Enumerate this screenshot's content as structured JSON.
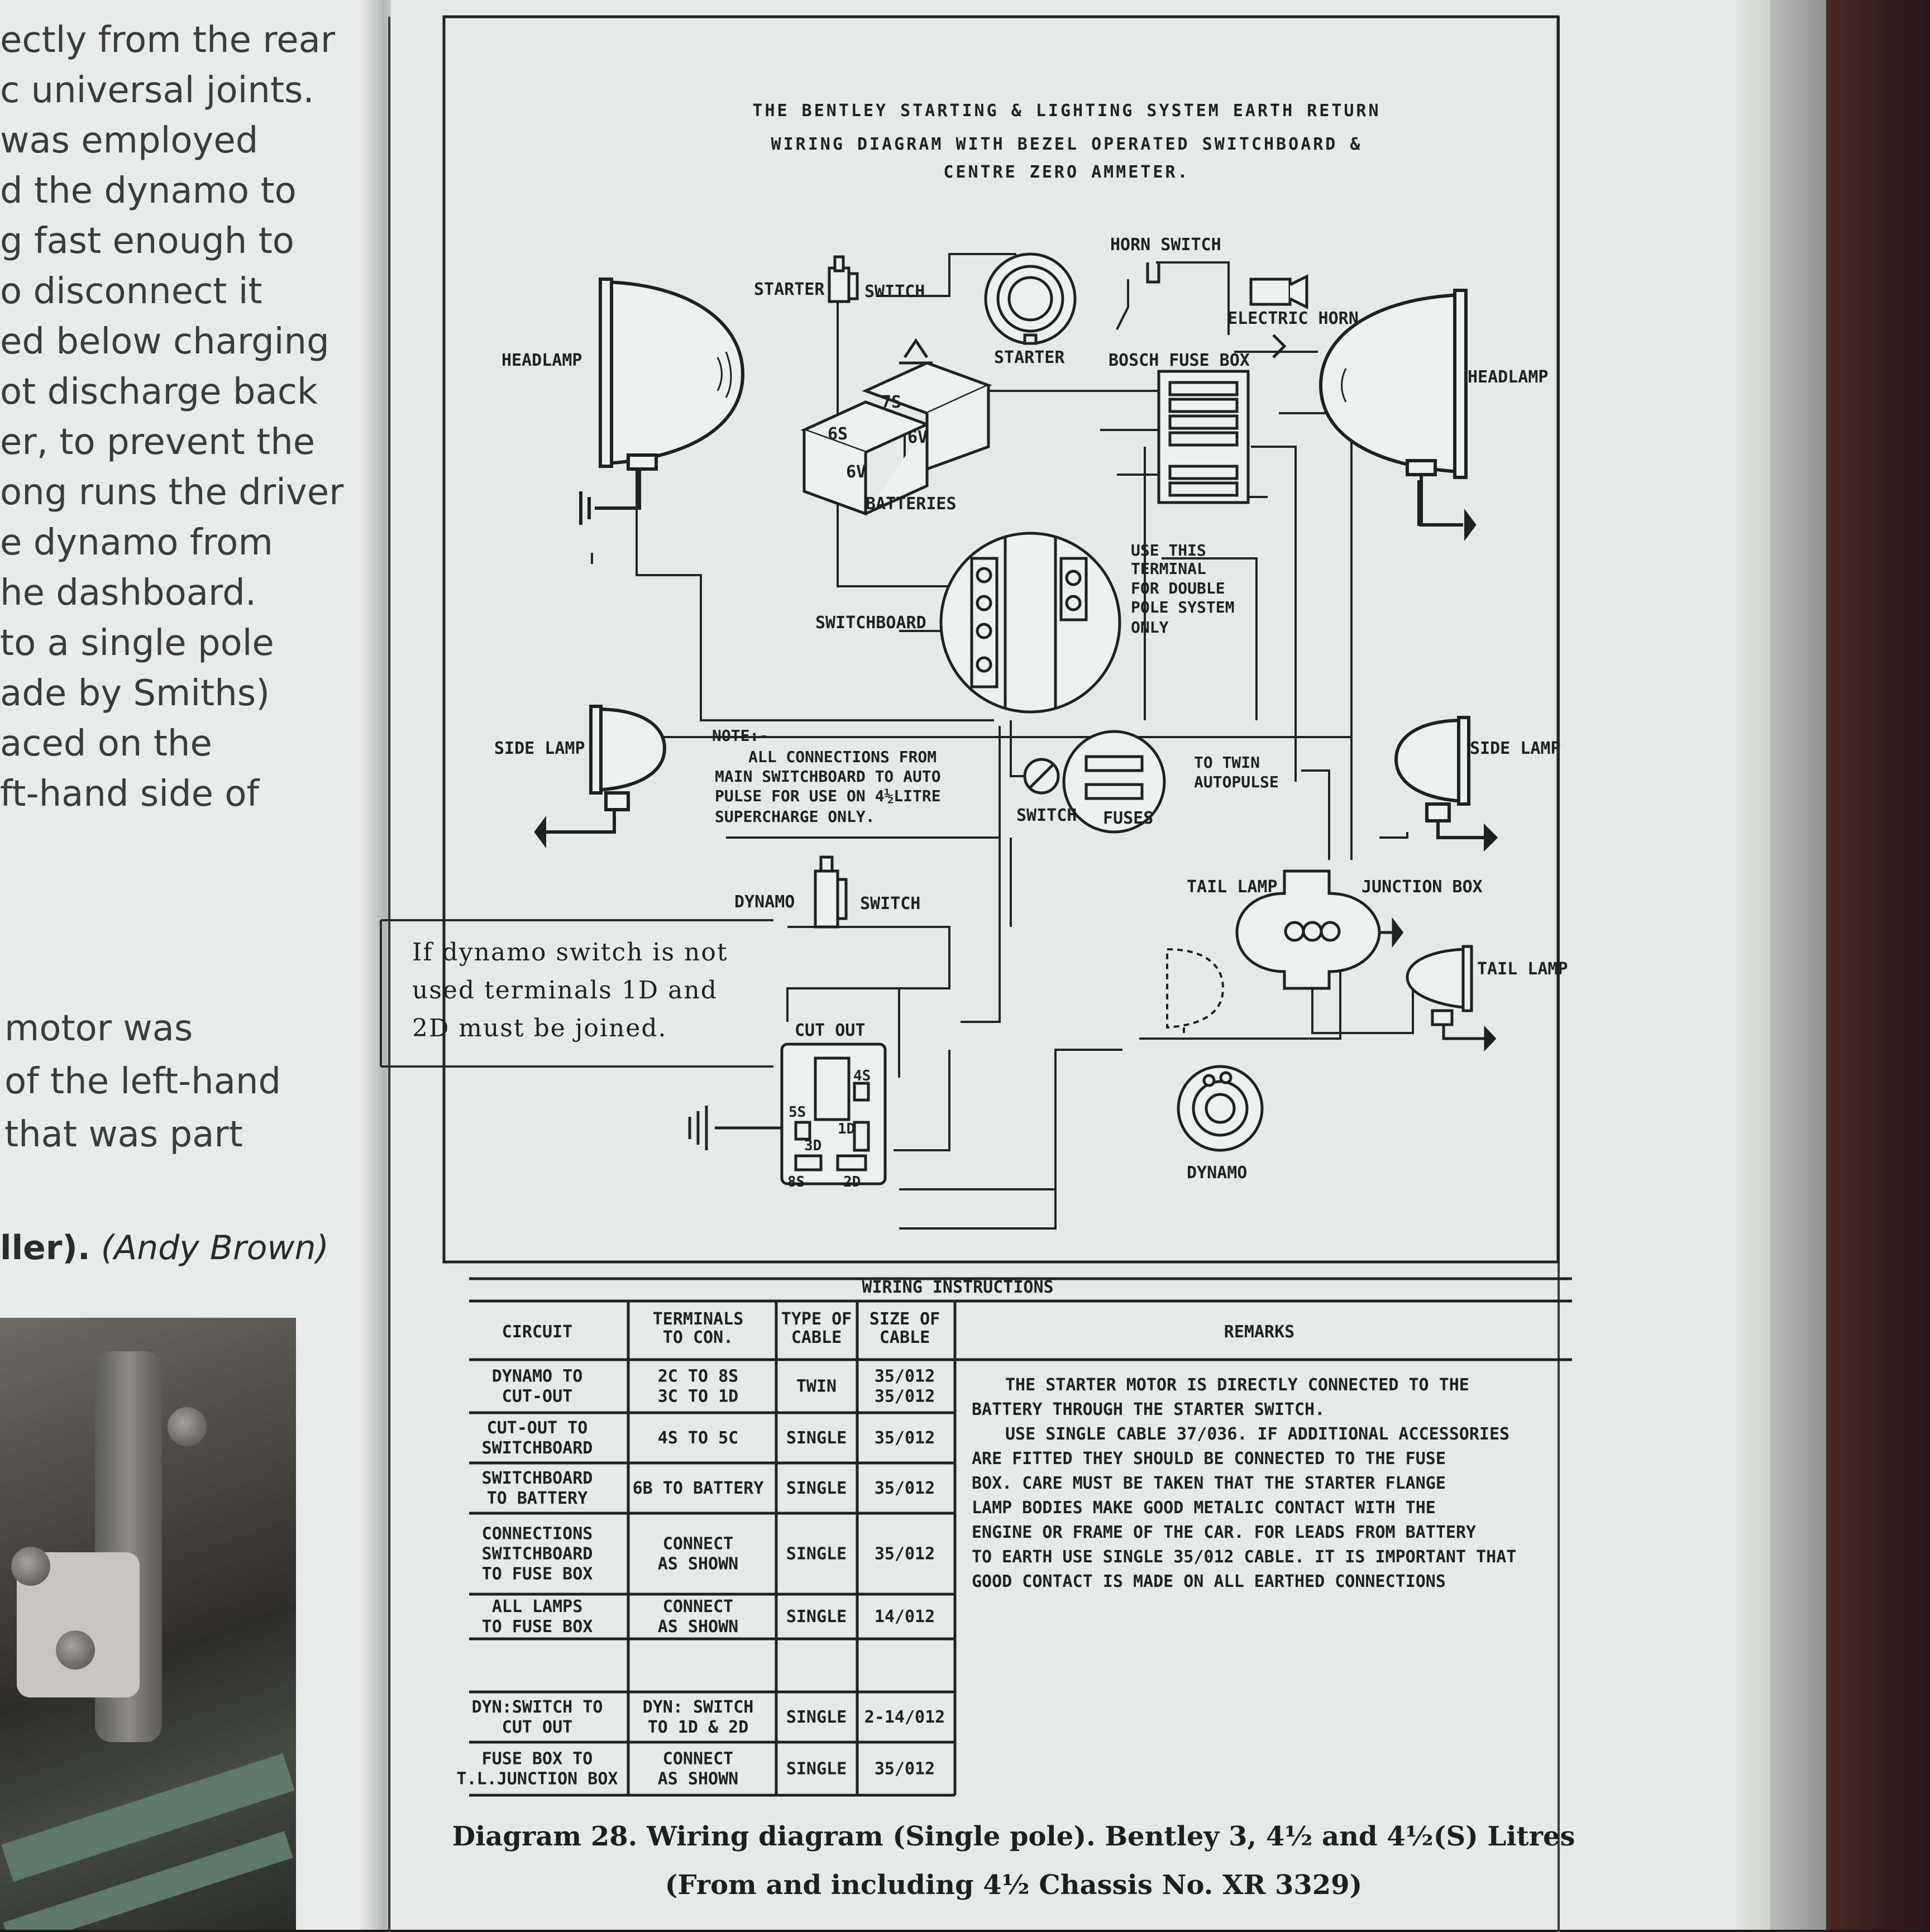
{
  "left_page": {
    "lines": [
      "ectly from the rear",
      "c universal joints.",
      "was employed",
      "d the dynamo to",
      "g fast enough to",
      "o disconnect it",
      "ed below charging",
      "ot discharge back",
      "er, to prevent the",
      "ong runs the driver",
      "e dynamo from",
      "he dashboard.",
      "to a single pole",
      "ade by Smiths)",
      "aced on the",
      "ft-hand side of",
      "motor was",
      "of the left-hand",
      "that was part"
    ],
    "credit_bold": "ller).",
    "credit_italic": "(Andy Brown)"
  },
  "diagram": {
    "title_lines": [
      "THE BENTLEY STARTING & LIGHTING SYSTEM EARTH RETURN",
      "WIRING DIAGRAM WITH BEZEL OPERATED SWITCHBOARD &",
      "CENTRE ZERO AMMETER."
    ],
    "labels": {
      "headlamp_left": "HEADLAMP",
      "headlamp_right": "HEADLAMP",
      "starter": "STARTER",
      "switch_top": "SWITCH",
      "horn_switch": "HORN SWITCH",
      "electric_horn": "ELECTRIC HORN",
      "starter_motor": "STARTER",
      "bosch_fuse_box": "BOSCH FUSE BOX",
      "batteries": "BATTERIES",
      "battery_6v_a": "6V",
      "battery_6v_b": "6V",
      "battery_6s": "6S",
      "battery_7s": "7S",
      "switchboard": "SWITCHBOARD",
      "side_lamp_left": "SIDE LAMP",
      "side_lamp_right": "SIDE LAMP",
      "switch_fuses_switch": "SWITCH",
      "switch_fuses_fuses": "FUSES",
      "dynamo_top": "DYNAMO",
      "switch_dynamo": "SWITCH",
      "cut_out": "CUT OUT",
      "tail_lamp_left": "TAIL LAMP",
      "junction_box": "JUNCTION BOX",
      "tail_lamp_right": "TAIL LAMP",
      "dynamo_bottom": "DYNAMO",
      "t_4s": "4S",
      "t_5s": "5S",
      "t_1d": "1D",
      "t_3d": "3D",
      "t_8s": "8S",
      "t_2d": "2D"
    },
    "use_terminal_note": [
      "USE THIS",
      "TERMINAL",
      "FOR DOUBLE",
      "POLE SYSTEM",
      "ONLY"
    ],
    "twin_autopulse": [
      "TO TWIN",
      "AUTOPULSE"
    ],
    "note_lines": [
      "NOTE:-",
      "ALL CONNECTIONS FROM",
      "MAIN SWITCHBOARD TO AUTO",
      "PULSE FOR USE ON 4½LITRE",
      "SUPERCHARGE ONLY."
    ],
    "dynamo_box_lines": [
      "If dynamo switch is not",
      "used terminals 1D and",
      "2D must be joined."
    ]
  },
  "wiring_instructions": {
    "title": "WIRING INSTRUCTIONS",
    "headers": {
      "circuit": "CIRCUIT",
      "terminals": [
        "TERMINALS",
        "TO CON."
      ],
      "type": [
        "TYPE OF",
        "CABLE"
      ],
      "size": [
        "SIZE OF",
        "CABLE"
      ],
      "remarks": "REMARKS"
    },
    "rows": [
      {
        "circuit": [
          "DYNAMO TO",
          "CUT-OUT"
        ],
        "terminals": [
          "2C TO 8S",
          "3C TO 1D"
        ],
        "type": "TWIN",
        "size": [
          "35/012",
          "35/012"
        ]
      },
      {
        "circuit": [
          "CUT-OUT TO",
          "SWITCHBOARD"
        ],
        "terminals": [
          "4S TO 5C"
        ],
        "type": "SINGLE",
        "size": [
          "35/012"
        ]
      },
      {
        "circuit": [
          "SWITCHBOARD",
          "TO BATTERY"
        ],
        "terminals": [
          "6B TO BATTERY"
        ],
        "type": "SINGLE",
        "size": [
          "35/012"
        ]
      },
      {
        "circuit": [
          "CONNECTIONS",
          "SWITCHBOARD",
          "TO FUSE BOX"
        ],
        "terminals": [
          "CONNECT",
          "AS SHOWN"
        ],
        "type": "SINGLE",
        "size": [
          "35/012"
        ]
      },
      {
        "circuit": [
          "ALL LAMPS",
          "TO FUSE BOX"
        ],
        "terminals": [
          "CONNECT",
          "AS SHOWN"
        ],
        "type": "SINGLE",
        "size": [
          "14/012"
        ]
      },
      {
        "circuit": [],
        "terminals": [],
        "type": "",
        "size": []
      },
      {
        "circuit": [
          "DYN:SWITCH TO",
          "CUT OUT"
        ],
        "terminals": [
          "DYN: SWITCH",
          "TO 1D & 2D"
        ],
        "type": "SINGLE",
        "size": [
          "2-14/012"
        ]
      },
      {
        "circuit": [
          "FUSE BOX TO",
          "T.L.JUNCTION BOX"
        ],
        "terminals": [
          "CONNECT",
          "AS SHOWN"
        ],
        "type": "SINGLE",
        "size": [
          "35/012"
        ]
      }
    ],
    "remarks_lines": [
      "THE STARTER MOTOR IS DIRECTLY CONNECTED TO THE",
      "BATTERY THROUGH THE STARTER SWITCH.",
      "USE SINGLE CABLE 37/036. IF ADDITIONAL ACCESSORIES",
      "ARE FITTED THEY SHOULD BE CONNECTED TO THE FUSE",
      "BOX. CARE MUST BE TAKEN THAT THE STARTER FLANGE",
      "LAMP BODIES MAKE GOOD METALIC CONTACT WITH THE",
      "ENGINE OR FRAME OF THE CAR. FOR LEADS FROM BATTERY",
      "TO EARTH USE SINGLE 35/012 CABLE. IT IS IMPORTANT THAT",
      "GOOD CONTACT IS MADE ON ALL EARTHED CONNECTIONS"
    ]
  },
  "caption": {
    "line1": "Diagram 28.   Wiring diagram (Single pole).   Bentley 3, 4½ and 4½(S) Litres",
    "line2": "(From and including 4½ Chassis No. XR 3329)"
  }
}
